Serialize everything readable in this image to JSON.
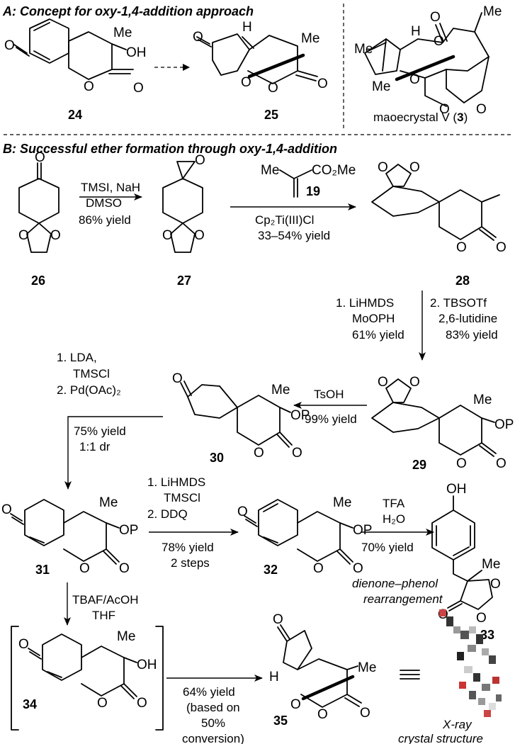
{
  "sectionA": {
    "title": "A: Concept for oxy-1,4-addition approach",
    "compounds": {
      "c24": "24",
      "c25": "25",
      "c3_label": "maoecrystal V (",
      "c3_num": "3",
      "c3_close": ")"
    }
  },
  "sectionB": {
    "title": "B: Successful ether formation through oxy-1,4-addition"
  },
  "atoms": {
    "O": "O",
    "OH": "OH",
    "OP": "OP",
    "Me": "Me",
    "H": "H",
    "CO2Me": "CO₂Me"
  },
  "compounds": {
    "c26": "26",
    "c27": "27",
    "c28": "28",
    "c29": "29",
    "c30": "30",
    "c31": "31",
    "c32": "32",
    "c33": "33",
    "c34": "34",
    "c35": "35",
    "c19": "19"
  },
  "conditions": {
    "s1": [
      "TMSI, NaH",
      "DMSO",
      "86% yield"
    ],
    "s2": [
      "Cp₂Ti(III)Cl",
      "33–54% yield"
    ],
    "s3a": [
      "1. LiHMDS",
      "MoOPH",
      "61% yield"
    ],
    "s3b": [
      "2. TBSOTf",
      "2,6-lutidine",
      "83% yield"
    ],
    "s4": [
      "TsOH",
      "99% yield"
    ],
    "s5": [
      "1. LDA,",
      "TMSCl",
      "2. Pd(OAc)₂",
      "75% yield",
      "1:1 dr"
    ],
    "s6": [
      "1. LiHMDS",
      "TMSCl",
      "2. DDQ",
      "78% yield",
      "2 steps"
    ],
    "s7": [
      "TFA",
      "H₂O",
      "70% yield"
    ],
    "s7note": [
      "dienone–phenol",
      "rearrangement"
    ],
    "s8": [
      "TBAF/AcOH",
      "THF"
    ],
    "s9": [
      "64% yield",
      "(based on",
      "50%",
      "conversion)"
    ]
  },
  "xray": [
    "X-ray",
    "crystal structure"
  ]
}
